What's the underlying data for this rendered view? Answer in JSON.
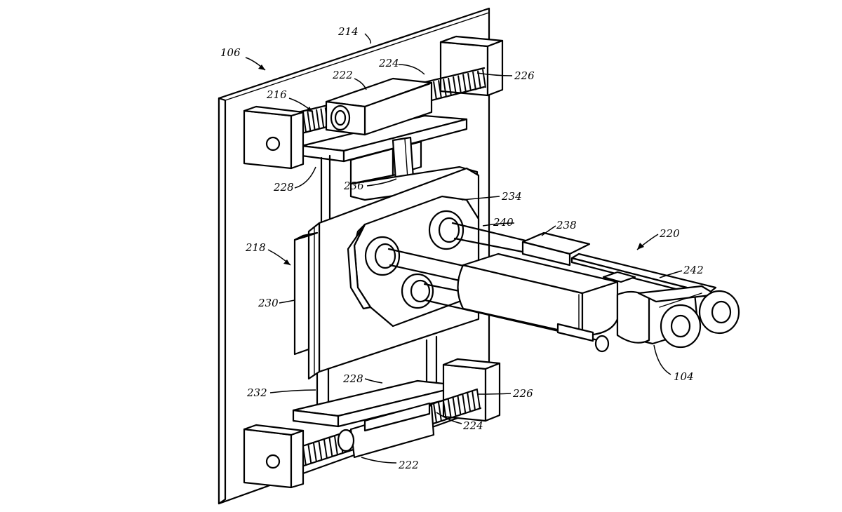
{
  "figure": {
    "labels": {
      "l106": "106",
      "l214": "214",
      "l216": "216",
      "l218": "218",
      "l220": "220",
      "l222_top": "222",
      "l222_bottom": "222",
      "l224_top": "224",
      "l224_bottom": "224",
      "l226_top": "226",
      "l226_bottom": "226",
      "l228_top": "228",
      "l228_bottom": "228",
      "l230": "230",
      "l232": "232",
      "l234": "234",
      "l236": "236",
      "l238": "238",
      "l240": "240",
      "l242": "242",
      "l104": "104"
    }
  }
}
